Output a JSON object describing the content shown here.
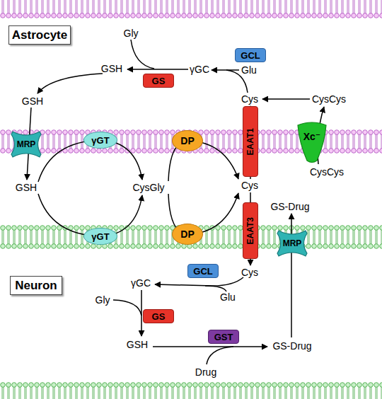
{
  "diagram": {
    "nodes": [
      {
        "text": [
          "Astrocyte"
        ]
      },
      {
        "text": [
          "GCL"
        ]
      },
      {
        "text": [
          "GS"
        ]
      },
      {
        "text": [
          "MRP"
        ]
      },
      {
        "text": [
          "γGT"
        ]
      },
      {
        "text": [
          "DP"
        ]
      },
      {
        "text": [
          "EAAT1"
        ]
      },
      {
        "text": [
          "Xc⁻"
        ]
      },
      {
        "text": [
          "γGT"
        ]
      },
      {
        "text": [
          "DP"
        ]
      },
      {
        "text": [
          "EAAT3"
        ]
      },
      {
        "text": [
          "MRP"
        ]
      },
      {
        "text": [
          "GCL"
        ]
      },
      {
        "text": [
          "Neuron"
        ]
      },
      {
        "text": [
          "GS"
        ]
      },
      {
        "text": [
          "GST"
        ]
      }
    ],
    "labels": [
      "Gly",
      "GSH",
      "γGC",
      "Glu",
      "Cys",
      "CysCys",
      "GSH",
      "CysCys",
      "GSH",
      "CysGly",
      "Cys",
      "GS-Drug",
      "Cys",
      "γGC",
      "Glu",
      "Gly",
      "GSH",
      "GS-Drug",
      "Drug"
    ]
  }
}
